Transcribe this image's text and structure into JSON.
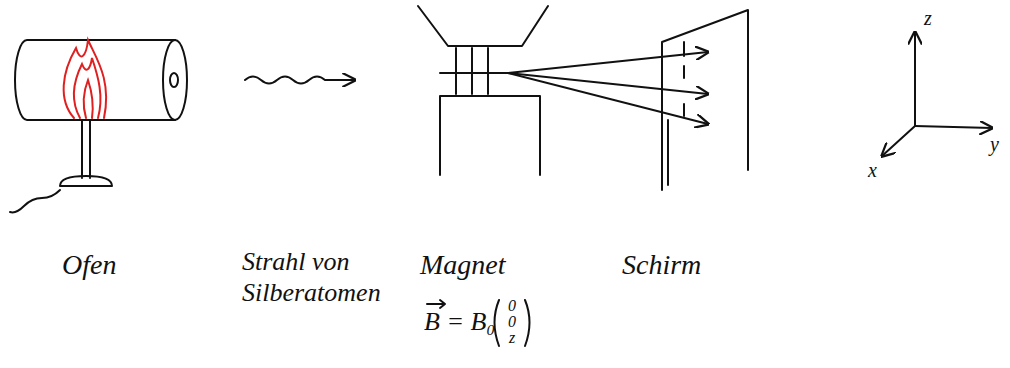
{
  "diagram": {
    "labels": [
      "Ofen",
      "Strahl von Silberatomen",
      "Magnet",
      "B = B₀",
      "0",
      "0",
      "z",
      "Schirm",
      "z",
      "y",
      "x"
    ]
  }
}
